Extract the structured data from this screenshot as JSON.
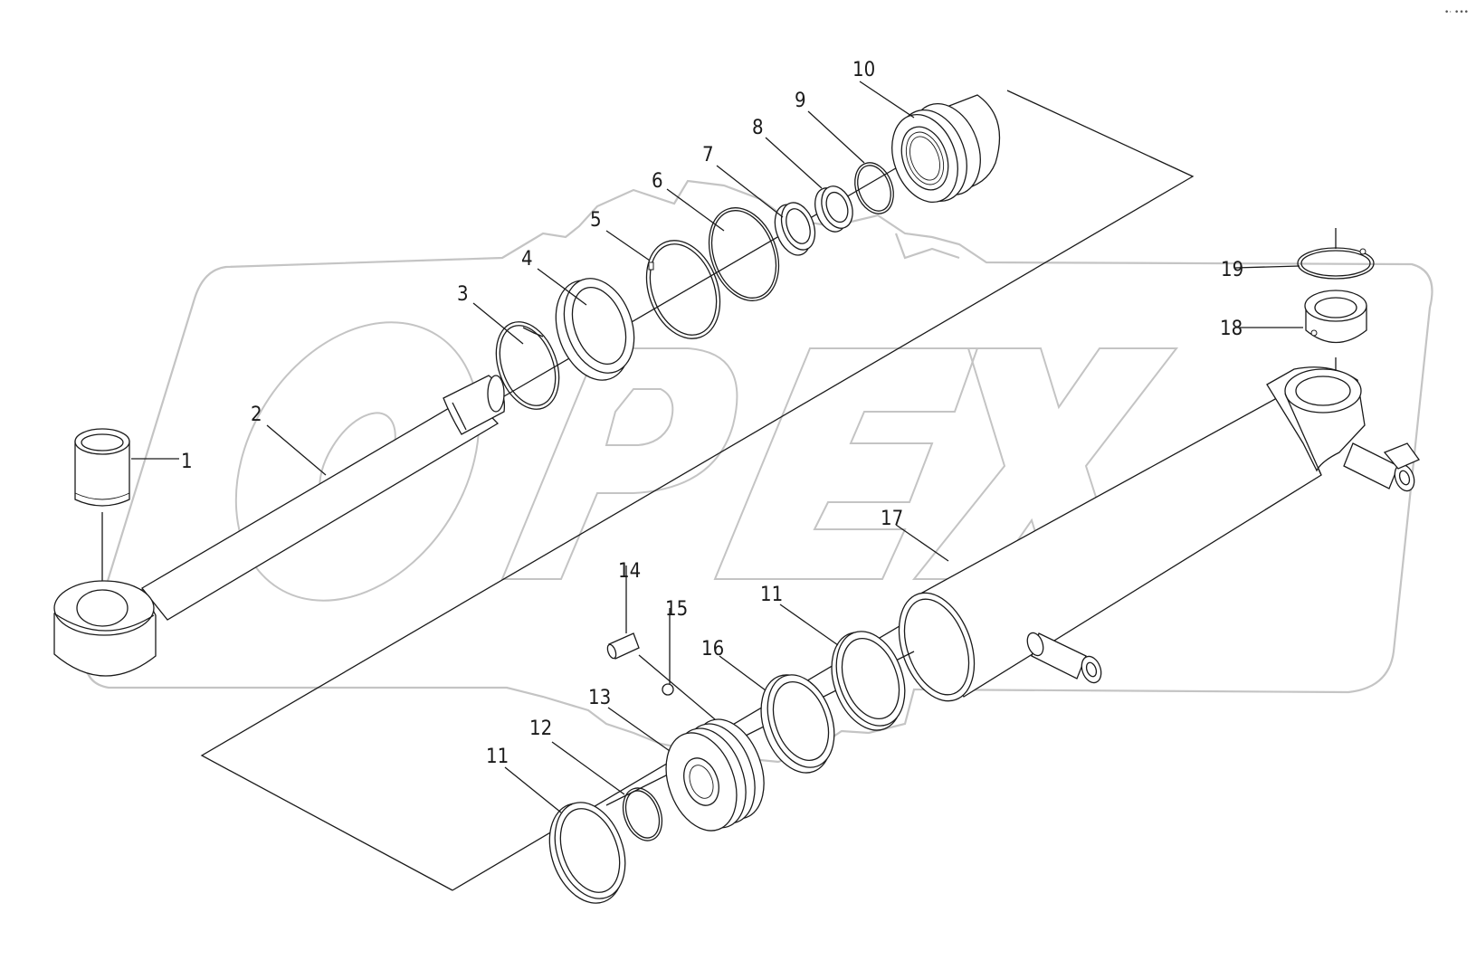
{
  "watermark": {
    "text": "OPEX",
    "color": "#c4c4c4"
  },
  "corner_mark": "•· •••",
  "parts": [
    {
      "id": "1"
    },
    {
      "id": "2"
    },
    {
      "id": "3"
    },
    {
      "id": "4"
    },
    {
      "id": "5"
    },
    {
      "id": "6"
    },
    {
      "id": "7"
    },
    {
      "id": "8"
    },
    {
      "id": "9"
    },
    {
      "id": "10"
    },
    {
      "id": "11"
    },
    {
      "id": "11"
    },
    {
      "id": "12"
    },
    {
      "id": "13"
    },
    {
      "id": "14"
    },
    {
      "id": "15"
    },
    {
      "id": "16"
    },
    {
      "id": "17"
    },
    {
      "id": "18"
    },
    {
      "id": "19"
    }
  ]
}
